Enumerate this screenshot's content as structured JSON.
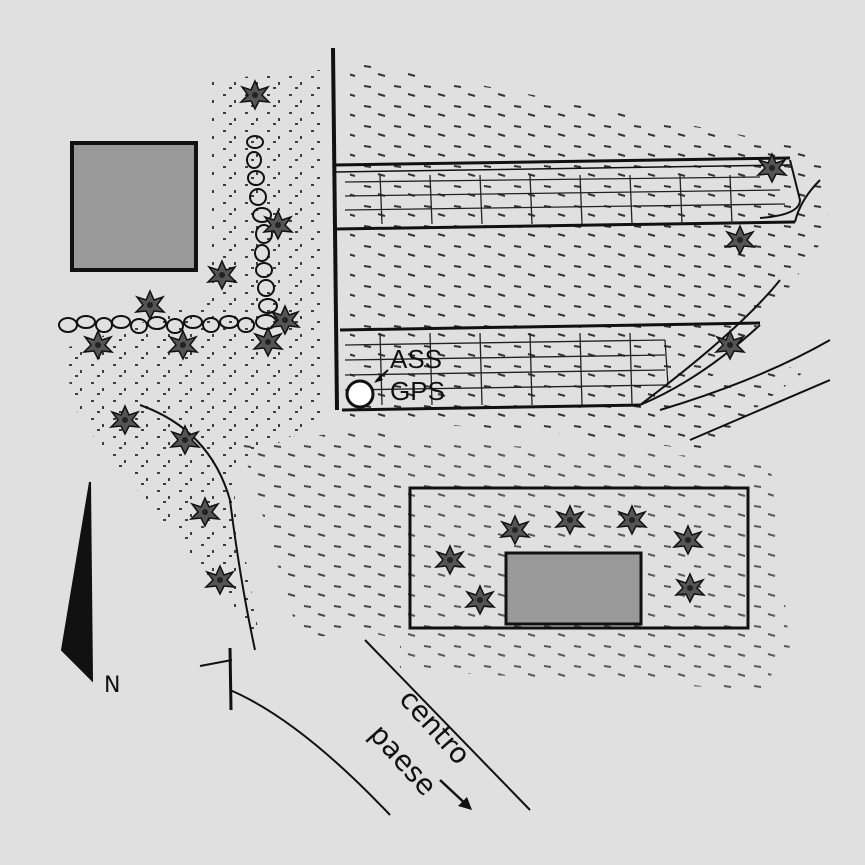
{
  "map": {
    "type": "hand-drawn site sketch",
    "background_color": "#e0e0e0",
    "ink_color": "#111111",
    "fill_color": "#9a9a9a",
    "labels": {
      "marker_line1": "ASS",
      "marker_line2": "GPS",
      "direction_line1": "centro",
      "direction_line2": "paese",
      "north": "N"
    }
  }
}
